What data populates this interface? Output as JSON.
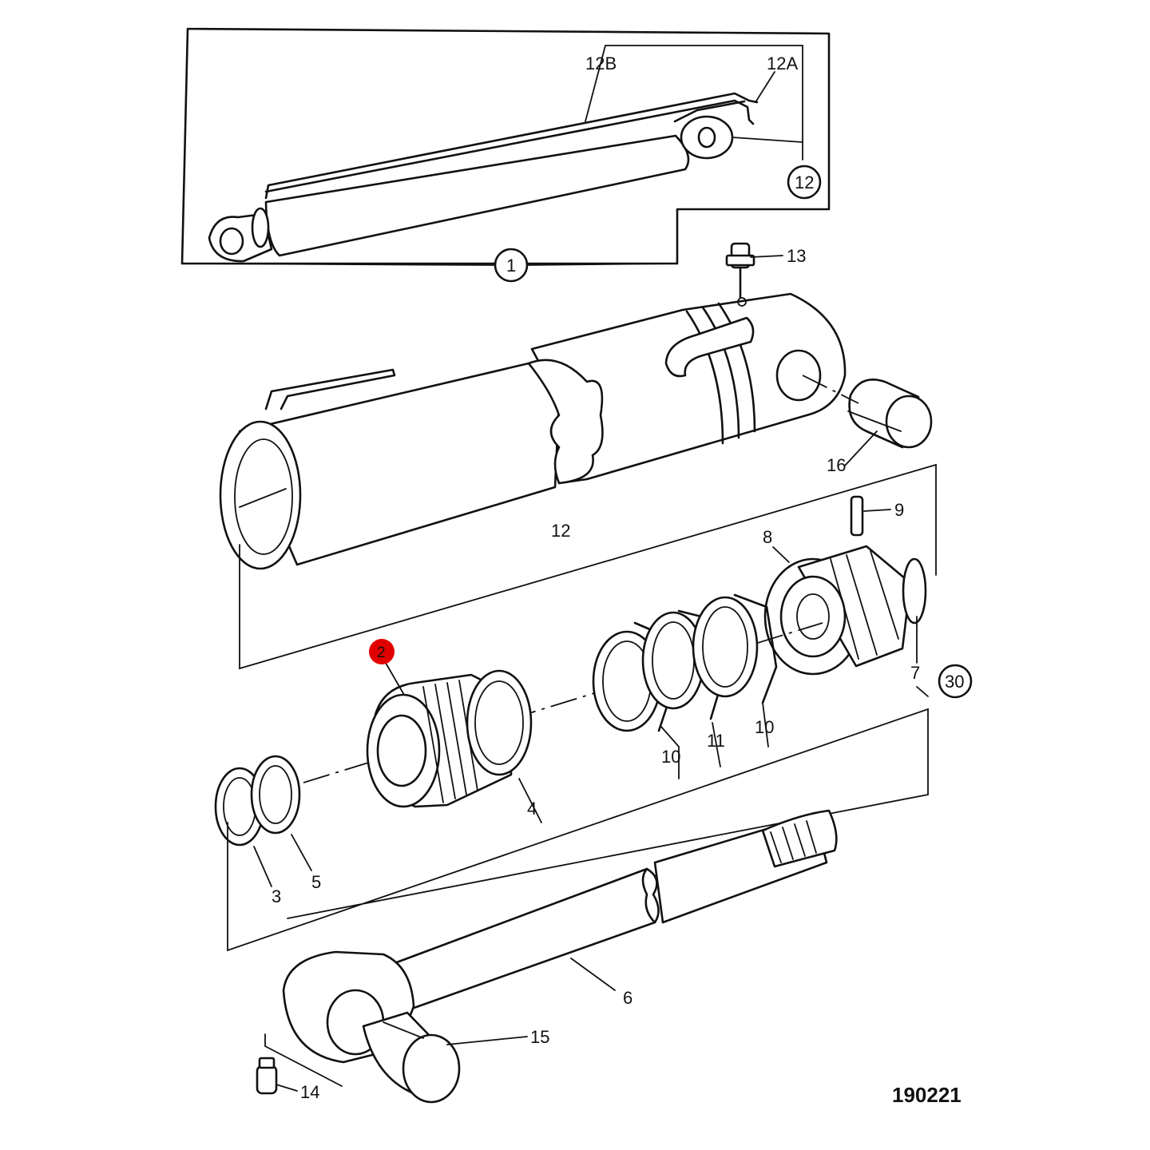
{
  "diagram": {
    "callouts": {
      "c12B": "12B",
      "c12A": "12A",
      "c12circ": "12",
      "c1": "1",
      "c13": "13",
      "c16": "16",
      "c12": "12",
      "c9": "9",
      "c8": "8",
      "c7": "7",
      "c30": "30",
      "c2": "2",
      "c4": "4",
      "c10a": "10",
      "c11": "11",
      "c10b": "10",
      "c3": "3",
      "c5": "5",
      "c6": "6",
      "c15": "15",
      "c14": "14"
    },
    "drawing_number": "190221",
    "highlight_color": "#e00000"
  }
}
